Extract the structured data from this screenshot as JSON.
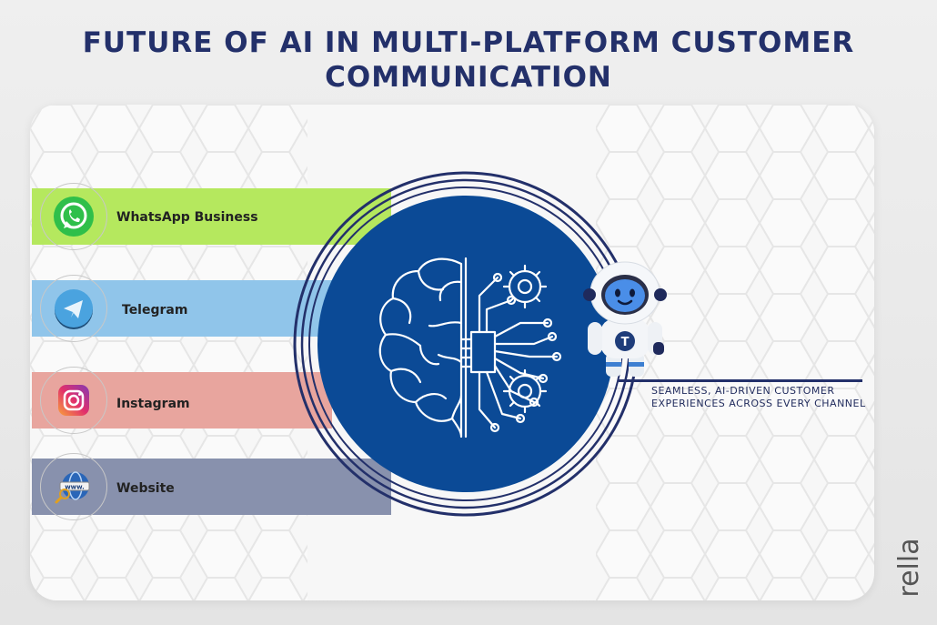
{
  "header": {
    "title_line1": "FUTURE OF AI IN MULTI-PLATFORM CUSTOMER",
    "title_line2": "COMMUNICATION"
  },
  "channels": [
    {
      "label": "WhatsApp Business",
      "icon": "whatsapp-icon",
      "color": "#b5e85e"
    },
    {
      "label": "Telegram",
      "icon": "telegram-icon",
      "color": "#90c5ea"
    },
    {
      "label": "Instagram",
      "icon": "instagram-icon",
      "color": "#e8a59e"
    },
    {
      "label": "Website",
      "icon": "website-icon",
      "color": "#8891ad"
    }
  ],
  "hub": {
    "icon": "ai-brain-icon",
    "color": "#0b4a96",
    "ring_color": "#23306a"
  },
  "mascot": {
    "icon": "astronaut-robot-icon",
    "badge_letter": "T"
  },
  "tagline": {
    "text": "SEAMLESS, AI-DRIVEN CUSTOMER EXPERIENCES ACROSS EVERY CHANNEL"
  },
  "brand": {
    "logo": "rella"
  }
}
